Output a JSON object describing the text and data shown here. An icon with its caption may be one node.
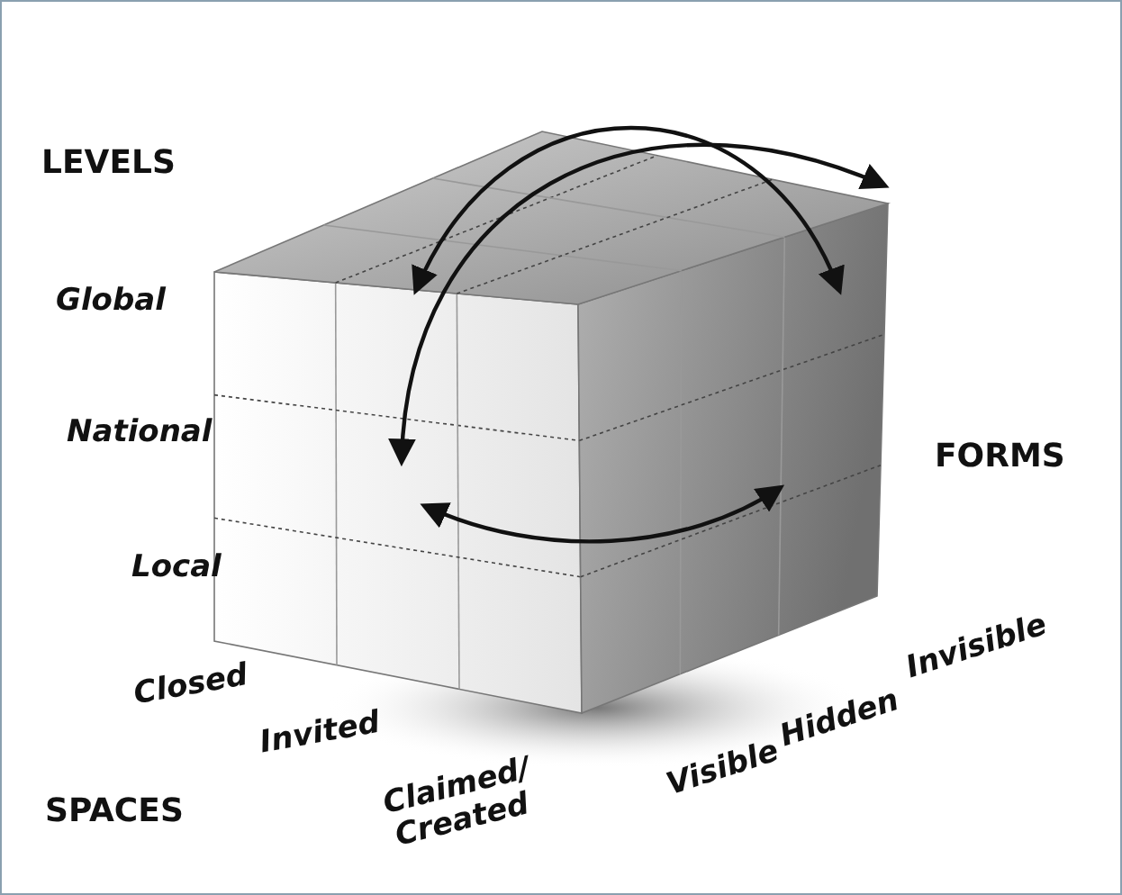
{
  "diagram": {
    "labels": [
      "LEVELS",
      "Global",
      "National",
      "FORMS",
      "Local",
      "Invisible",
      "Closed",
      "Hidden",
      "Invited",
      "Visible",
      "Claimed/ Created",
      "SPACES"
    ]
  }
}
